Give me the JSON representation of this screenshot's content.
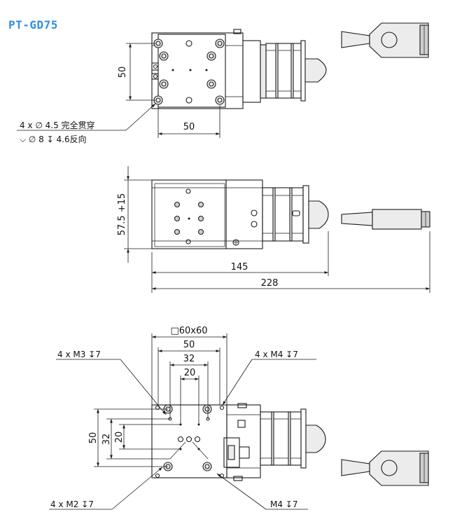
{
  "title": "PT-GD75",
  "top_view": {
    "dim_height": "50",
    "dim_width": "50",
    "callout_line1": "4 x ∅ 4.5 完全贯穿",
    "callout_line2": "⌵ ∅ 8 ↧ 4.6反向"
  },
  "side_view": {
    "dim_height": "57.5 +15",
    "dim_length_stage": "145",
    "dim_length_total": "228"
  },
  "bottom_view": {
    "dim_square": "□60x60",
    "dim_50": "50",
    "dim_32": "32",
    "dim_20": "20",
    "dim_v50": "50",
    "dim_v32": "32",
    "dim_v20": "20",
    "label_m3": "4 x  M3 ↧7",
    "label_m4_four": "4 x  M4 ↧7",
    "label_m2": "4 x  M2 ↧7",
    "label_m4_single": "M4 ↧7"
  }
}
